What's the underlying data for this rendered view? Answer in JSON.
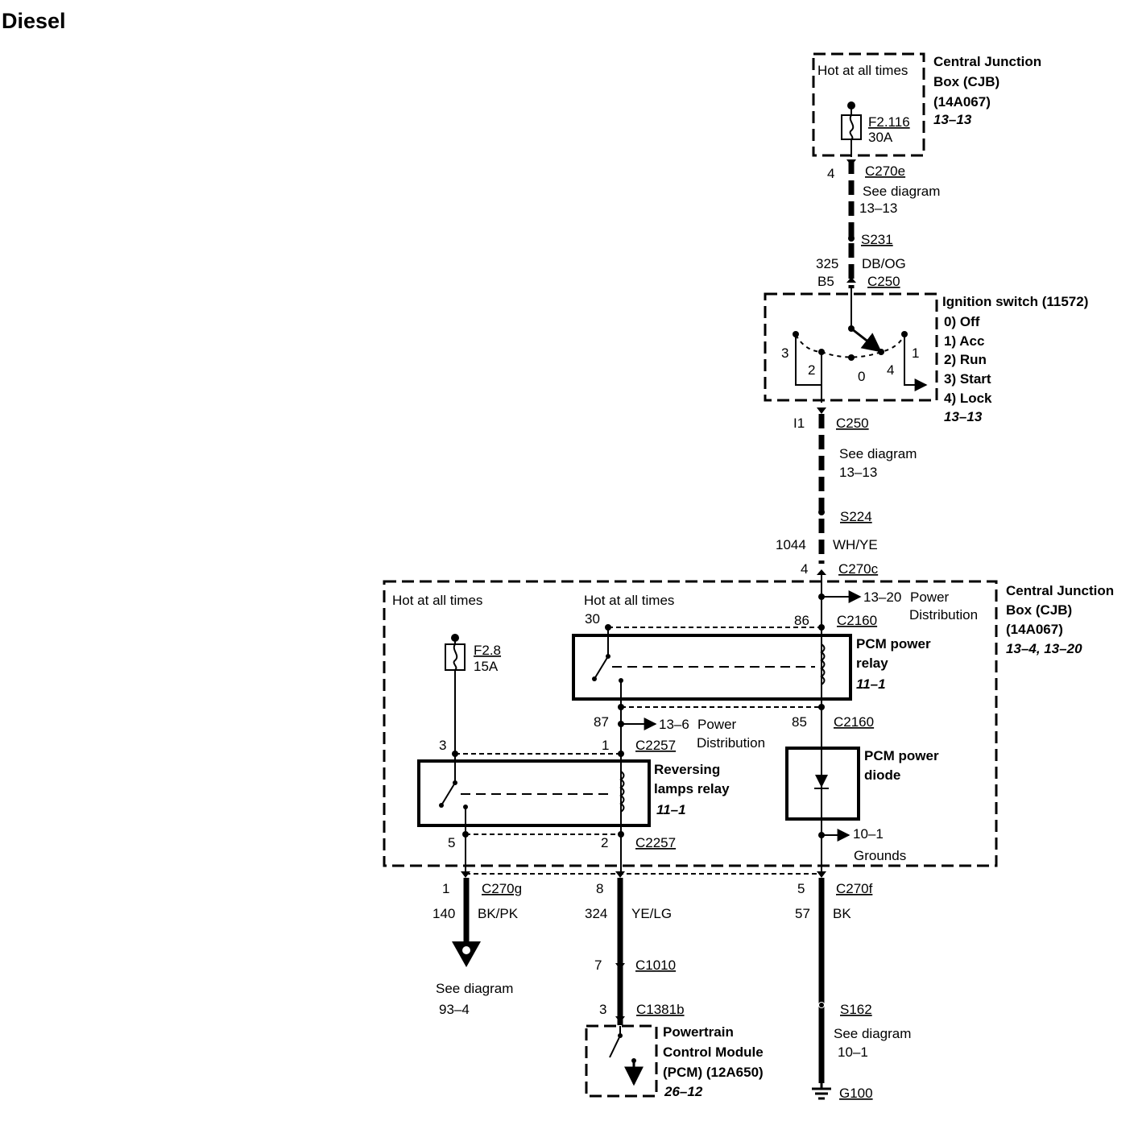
{
  "title": "Diesel",
  "cjb_top": {
    "hot_label": "Hot at all times",
    "name": [
      "Central Junction",
      "Box (CJB)",
      "(14A067)"
    ],
    "ref": "13–13",
    "fuse": {
      "id": "F2.116",
      "rating": "30A"
    }
  },
  "c270e": {
    "pin": "4",
    "name": "C270e",
    "see": [
      "See diagram",
      "13–13"
    ]
  },
  "s231": "S231",
  "circuit_325": {
    "num": "325",
    "color": "DB/OG",
    "pin": "B5",
    "connector": "C250"
  },
  "ignition": {
    "name": "Ignition switch (11572)",
    "positions": [
      "0) Off",
      "1) Acc",
      "2) Run",
      "3) Start",
      "4) Lock"
    ],
    "ref": "13–13",
    "terms": [
      "3",
      "2",
      "0",
      "4",
      "1"
    ]
  },
  "c250_lower": {
    "pin": "I1",
    "name": "C250",
    "see": [
      "See diagram",
      "13–13"
    ]
  },
  "s224": "S224",
  "circuit_1044": {
    "num": "1044",
    "color": "WH/YE",
    "pin": "4",
    "connector": "C270c"
  },
  "cjb_main": {
    "name": [
      "Central Junction",
      "Box (CJB)",
      "(14A067)"
    ],
    "ref": "13–4, 13–20",
    "hot_left": "Hot at all times",
    "hot_mid": "Hot at all times",
    "power_dist_1": {
      "ref": "13–20",
      "text": [
        "Power",
        "Distribution"
      ]
    },
    "fuse": {
      "id": "F2.8",
      "rating": "15A"
    },
    "pcm_relay": {
      "name": [
        "PCM power",
        "relay"
      ],
      "ref": "11–1",
      "pins": [
        "30",
        "86",
        "87",
        "85"
      ],
      "connector": "C2160"
    },
    "power_dist_2": {
      "ref": "13–6",
      "text": [
        "Power",
        "Distribution"
      ]
    },
    "rev_relay": {
      "name": [
        "Reversing",
        "lamps relay"
      ],
      "ref": "11–1",
      "pins": [
        "3",
        "1",
        "5",
        "2"
      ],
      "connector": "C2257"
    },
    "pcm_diode": {
      "name": [
        "PCM power",
        "diode"
      ]
    },
    "grounds": {
      "ref": "10–1",
      "text": "Grounds"
    }
  },
  "circuit_140": {
    "pin": "1",
    "connector": "C270g",
    "num": "140",
    "color": "BK/PK",
    "see": [
      "See diagram",
      "93–4"
    ]
  },
  "circuit_324": {
    "pin": "8",
    "num": "324",
    "color": "YE/LG",
    "c1010_pin": "7",
    "c1010": "C1010",
    "c1381_pin": "3",
    "c1381": "C1381b"
  },
  "circuit_57": {
    "pin": "5",
    "connector": "C270f",
    "num": "57",
    "color": "BK",
    "splice": "S162",
    "see": [
      "See diagram",
      "10–1"
    ],
    "ground": "G100"
  },
  "pcm": {
    "name": [
      "Powertrain",
      "Control Module",
      "(PCM) (12A650)"
    ],
    "ref": "26–12"
  }
}
